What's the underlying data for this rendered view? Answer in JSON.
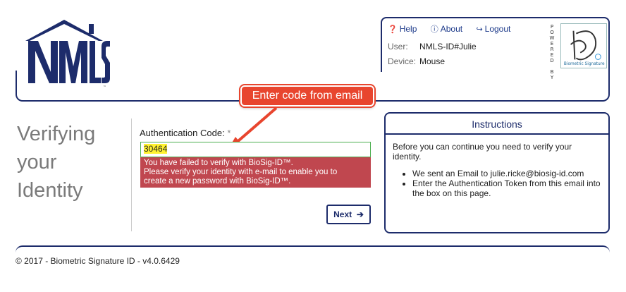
{
  "header": {
    "links": [
      {
        "icon": "question-circle-icon",
        "glyph": "❓",
        "label": "Help"
      },
      {
        "icon": "info-circle-icon",
        "glyph": "ⓘ",
        "label": "About"
      },
      {
        "icon": "logout-icon",
        "glyph": "↪",
        "label": "Logout"
      }
    ],
    "user_key": "User:",
    "user_value": "NMLS-ID#Julie",
    "device_key": "Device:",
    "device_value": "Mouse",
    "powered_by": "POWERED BY",
    "biosig_caption": "Biometric Signature"
  },
  "callout": "Enter code from email",
  "page_title": "Verifying your Identity",
  "form": {
    "label": "Authentication Code:",
    "required_mark": "*",
    "code_value": "30464",
    "error_lines": [
      "You have failed to verify with BioSig-ID™.",
      "Please verify your identity with e-mail to enable you to",
      "create a new password with BioSig-ID™."
    ],
    "next_label": "Next",
    "next_icon": "arrow-right-icon"
  },
  "instructions": {
    "title": "Instructions",
    "intro": "Before you can continue you need to verify your identity.",
    "items": [
      "We sent an Email to julie.ricke@biosig-id.com",
      "Enter the Authentication Token from this email into the box on this page."
    ]
  },
  "footer": "© 2017 - Biometric Signature ID - v4.0.6429",
  "colors": {
    "navy": "#1d2c6b",
    "callout": "#e8452e",
    "error": "#c0474f",
    "highlight": "#fff230"
  }
}
